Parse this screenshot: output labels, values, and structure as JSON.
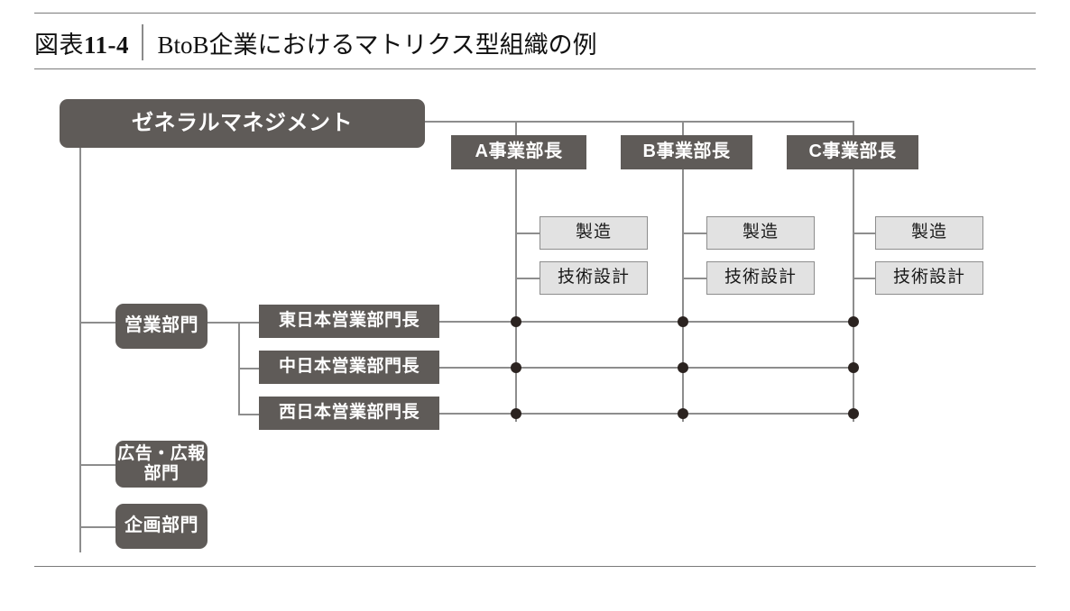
{
  "header": {
    "figure_label_prefix": "図表",
    "figure_number": "11-4",
    "title": "BtoB企業におけるマトリクス型組織の例"
  },
  "chart_data": {
    "type": "diagram",
    "diagram_kind": "matrix-organization-chart",
    "title": "BtoB企業におけるマトリクス型組織の例",
    "root": {
      "label": "ゼネラルマネジメント",
      "style": "dark-rounded"
    },
    "divisions": [
      {
        "label": "A事業部長",
        "functions": [
          "製造",
          "技術設計"
        ]
      },
      {
        "label": "B事業部長",
        "functions": [
          "製造",
          "技術設計"
        ]
      },
      {
        "label": "C事業部長",
        "functions": [
          "製造",
          "技術設計"
        ]
      }
    ],
    "departments": [
      {
        "label": "営業部門",
        "style": "dark-rounded"
      },
      {
        "label": "広告・広報\n部門",
        "style": "dark-rounded"
      },
      {
        "label": "企画部門",
        "style": "dark-rounded"
      }
    ],
    "sales_regions": [
      {
        "label": "東日本営業部門長"
      },
      {
        "label": "中日本営業部門長"
      },
      {
        "label": "西日本営業部門長"
      }
    ],
    "matrix_intersections": [
      {
        "row": "東日本営業部門長",
        "col": "A事業部長"
      },
      {
        "row": "東日本営業部門長",
        "col": "B事業部長"
      },
      {
        "row": "東日本営業部門長",
        "col": "C事業部長"
      },
      {
        "row": "中日本営業部門長",
        "col": "A事業部長"
      },
      {
        "row": "中日本営業部門長",
        "col": "B事業部長"
      },
      {
        "row": "中日本営業部門長",
        "col": "C事業部長"
      },
      {
        "row": "西日本営業部門長",
        "col": "A事業部長"
      },
      {
        "row": "西日本営業部門長",
        "col": "B事業部長"
      },
      {
        "row": "西日本営業部門長",
        "col": "C事業部長"
      }
    ],
    "colors": {
      "dark_node": "#5f5b58",
      "light_node": "#e2e2e2",
      "line": "#8d8d8d",
      "dot": "#2b2320",
      "rule": "#7a7a7a",
      "text_on_dark": "#ffffff",
      "text_on_light": "#1a1a1a"
    }
  },
  "nodes": {
    "general_management": "ゼネラルマネジメント",
    "div_a": "A事業部長",
    "div_b": "B事業部長",
    "div_c": "C事業部長",
    "mfg_a": "製造",
    "eng_a": "技術設計",
    "mfg_b": "製造",
    "eng_b": "技術設計",
    "mfg_c": "製造",
    "eng_c": "技術設計",
    "sales_dept": "営業部門",
    "ad_pr_dept_line1": "広告・広報",
    "ad_pr_dept_line2": "部門",
    "planning_dept": "企画部門",
    "east_sales": "東日本営業部門長",
    "central_sales": "中日本営業部門長",
    "west_sales": "西日本営業部門長"
  }
}
